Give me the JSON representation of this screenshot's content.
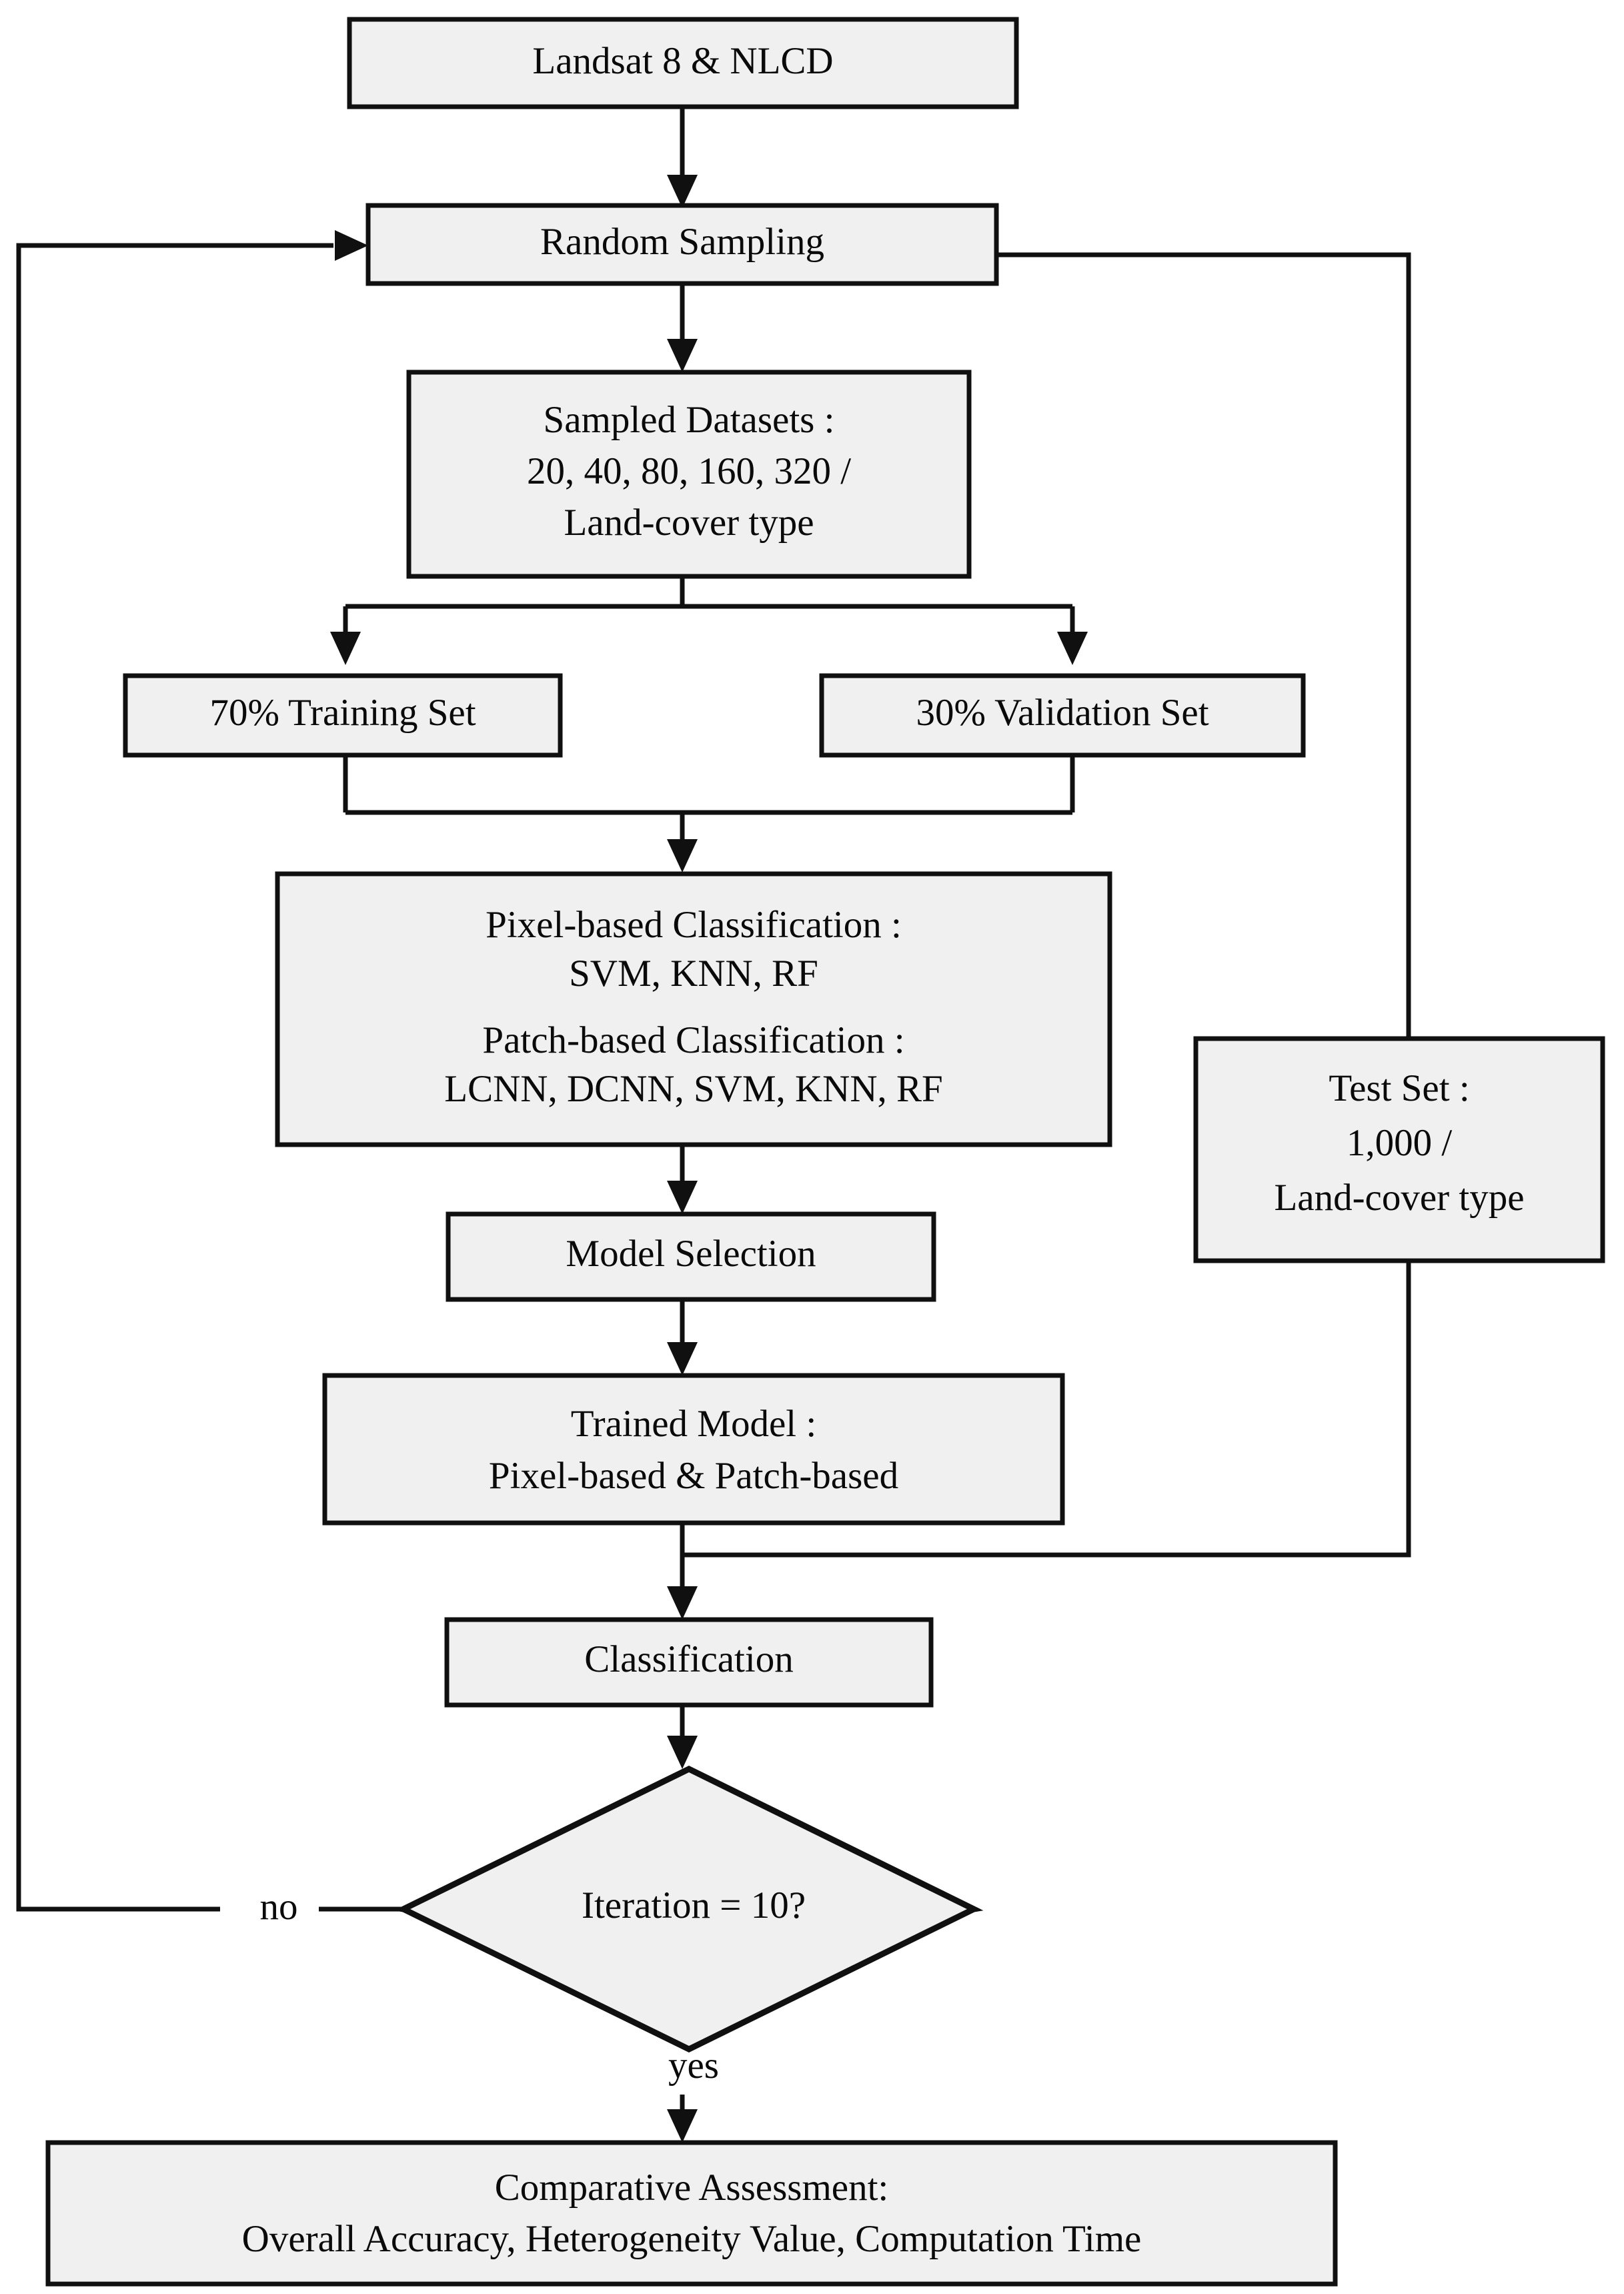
{
  "diagram": {
    "type": "flowchart",
    "title": "Land-cover classification workflow",
    "colors": {
      "node_fill": "#f0f0f0",
      "node_stroke": "#101010",
      "background": "#ffffff",
      "text": "#0a0a0a"
    },
    "nodes": {
      "data_source": {
        "shape": "rectangle",
        "lines": [
          "Landsat 8 & NLCD"
        ]
      },
      "random_sampling": {
        "shape": "rectangle",
        "lines": [
          "Random Sampling"
        ]
      },
      "sampled_datasets": {
        "shape": "rectangle",
        "lines": [
          "Sampled Datasets :",
          "20, 40, 80, 160, 320 /",
          "Land-cover type"
        ]
      },
      "training_set": {
        "shape": "rectangle",
        "lines": [
          "70% Training Set"
        ]
      },
      "validation_set": {
        "shape": "rectangle",
        "lines": [
          "30% Validation Set"
        ]
      },
      "classification_methods": {
        "shape": "rectangle",
        "lines": [
          "Pixel-based Classification :",
          "SVM, KNN, RF",
          "Patch-based Classification :",
          "LCNN, DCNN, SVM, KNN, RF"
        ]
      },
      "test_set": {
        "shape": "rectangle",
        "lines": [
          "Test Set :",
          "1,000 /",
          "Land-cover type"
        ]
      },
      "model_selection": {
        "shape": "rectangle",
        "lines": [
          "Model Selection"
        ]
      },
      "trained_model": {
        "shape": "rectangle",
        "lines": [
          "Trained Model :",
          "Pixel-based & Patch-based"
        ]
      },
      "classification": {
        "shape": "rectangle",
        "lines": [
          "Classification"
        ]
      },
      "iteration_check": {
        "shape": "diamond",
        "lines": [
          "Iteration = 10?"
        ]
      },
      "comparative_assessment": {
        "shape": "rectangle",
        "lines": [
          "Comparative Assessment:",
          "Overall Accuracy, Heterogeneity Value, Computation Time"
        ]
      }
    },
    "edge_labels": {
      "no": "no",
      "yes": "yes"
    },
    "edges": [
      {
        "from": "data_source",
        "to": "random_sampling",
        "label": ""
      },
      {
        "from": "random_sampling",
        "to": "sampled_datasets",
        "label": ""
      },
      {
        "from": "random_sampling",
        "to": "test_set",
        "label": ""
      },
      {
        "from": "sampled_datasets",
        "to": "training_set",
        "label": ""
      },
      {
        "from": "sampled_datasets",
        "to": "validation_set",
        "label": ""
      },
      {
        "from": "training_set",
        "to": "classification_methods",
        "label": ""
      },
      {
        "from": "validation_set",
        "to": "classification_methods",
        "label": ""
      },
      {
        "from": "classification_methods",
        "to": "model_selection",
        "label": ""
      },
      {
        "from": "model_selection",
        "to": "trained_model",
        "label": ""
      },
      {
        "from": "trained_model",
        "to": "classification",
        "label": ""
      },
      {
        "from": "test_set",
        "to": "classification",
        "label": ""
      },
      {
        "from": "classification",
        "to": "iteration_check",
        "label": ""
      },
      {
        "from": "iteration_check",
        "to": "random_sampling",
        "label": "no"
      },
      {
        "from": "iteration_check",
        "to": "comparative_assessment",
        "label": "yes"
      }
    ]
  }
}
